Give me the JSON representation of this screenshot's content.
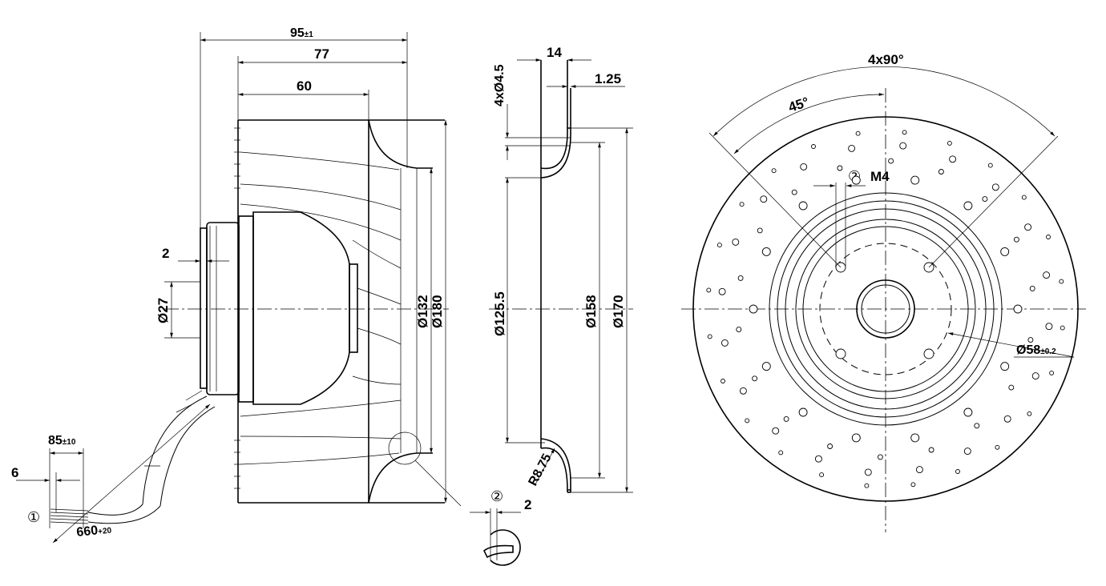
{
  "side_view": {
    "dim_overall_base": "95",
    "dim_overall_tol": "±1",
    "dim_77": "77",
    "dim_60": "60",
    "dim_2": "2",
    "dim_27": "Ø27",
    "dim_132": "Ø132",
    "dim_180": "Ø180",
    "cable_85_base": "85",
    "cable_85_tol": "±10",
    "cable_6": "6",
    "cable_660_base": "660",
    "cable_660_tol": "+20",
    "marker_1": "①"
  },
  "section_view": {
    "dim_14": "14",
    "dim_125": "1.25",
    "dim_holes": "4xØ4.5",
    "dim_1255": "Ø125.5",
    "dim_158": "Ø158",
    "dim_170": "Ø170",
    "dim_radius": "R8.75"
  },
  "detail_2": {
    "marker": "②",
    "dim": "2"
  },
  "front_view": {
    "angle_spacing": "4x90°",
    "angle_45": "45°",
    "marker": "②",
    "thread": "M4",
    "dim_58_base": "Ø58",
    "dim_58_tol": "±0.2"
  }
}
